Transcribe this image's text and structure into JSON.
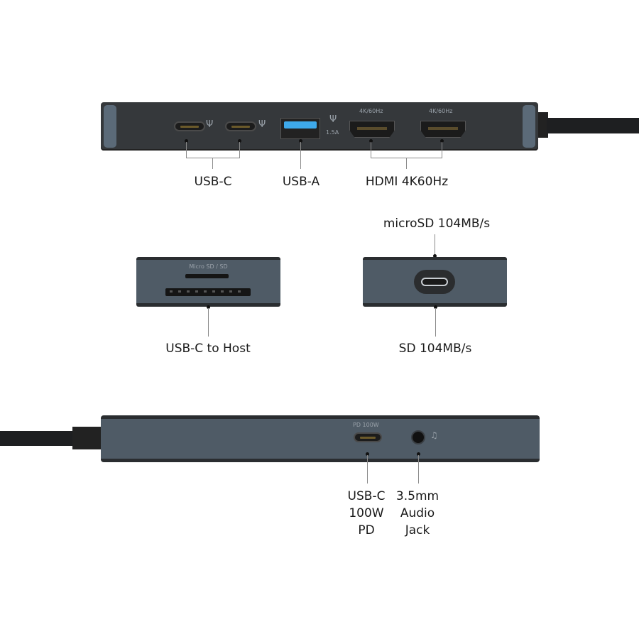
{
  "top_view": {
    "port_markings": {
      "usb_a_current": "1.5A",
      "hdmi_1": "4K/60Hz",
      "hdmi_2": "4K/60Hz"
    },
    "callouts": {
      "usb_c": "USB-C",
      "usb_a": "USB-A",
      "hdmi": "HDMI 4K60Hz"
    }
  },
  "reader_front": {
    "slot_marking": "Micro SD / SD",
    "callout": "USB-C to Host"
  },
  "reader_back": {
    "callout_top": "microSD 104MB/s",
    "callout_bottom": "SD 104MB/s"
  },
  "bottom_view": {
    "port_marking": "PD 100W",
    "callouts": {
      "pd_port": [
        "USB-C",
        "100W",
        "PD"
      ],
      "audio": [
        "3.5mm",
        "Audio",
        "Jack"
      ]
    }
  },
  "icons": {
    "usb": "usb-trident-icon",
    "headphone": "headphone-icon"
  },
  "colors": {
    "hub_dark": "#35383b",
    "hub_blue_gray": "#4f5b66",
    "usb_a_blue": "#3ea9ea",
    "cable": "#1e1f21"
  }
}
